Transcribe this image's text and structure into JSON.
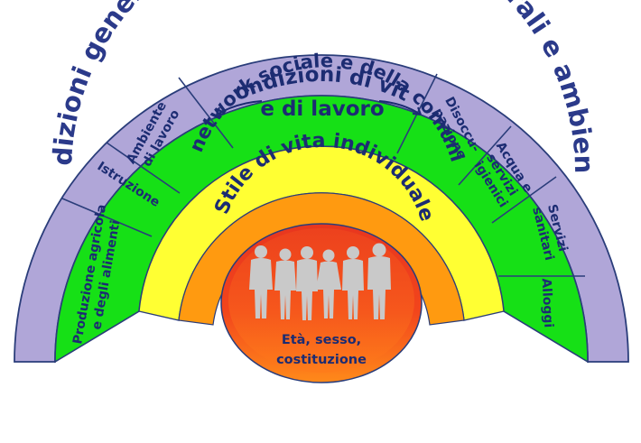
{
  "rings": {
    "outer": "Condizioni generali socio-economiche, culturali e ambientali",
    "living": [
      "Condizioni  di vita",
      "e di lavoro"
    ],
    "network": "network sociale e della comuni",
    "lifestyle": "Stile di vita individuale"
  },
  "sectors_left": {
    "agriculture": [
      "Produzione agricola",
      "e degli alimenti"
    ],
    "education": "Istruzione",
    "work_env": [
      "Ambiente",
      "di lavoro"
    ]
  },
  "sectors_right": {
    "unemployment": [
      "Disoccu-",
      "pazione"
    ],
    "water": [
      "Acqua e",
      "servizi",
      "igienici"
    ],
    "health": [
      "Servizi",
      "sanitari"
    ],
    "housing": "Alloggi"
  },
  "core": {
    "line1": "Età, sesso,",
    "line2": "costituzione"
  },
  "colors": {
    "outer": "#b0a6d8",
    "green": "#16e016",
    "yellow": "#ffff33",
    "orange": "#ff9a10",
    "core_top": "#e8361e",
    "core_bottom": "#ff8a1a",
    "figures": "#c9c9c9"
  },
  "icons": [
    "people-silhouettes-icon"
  ]
}
